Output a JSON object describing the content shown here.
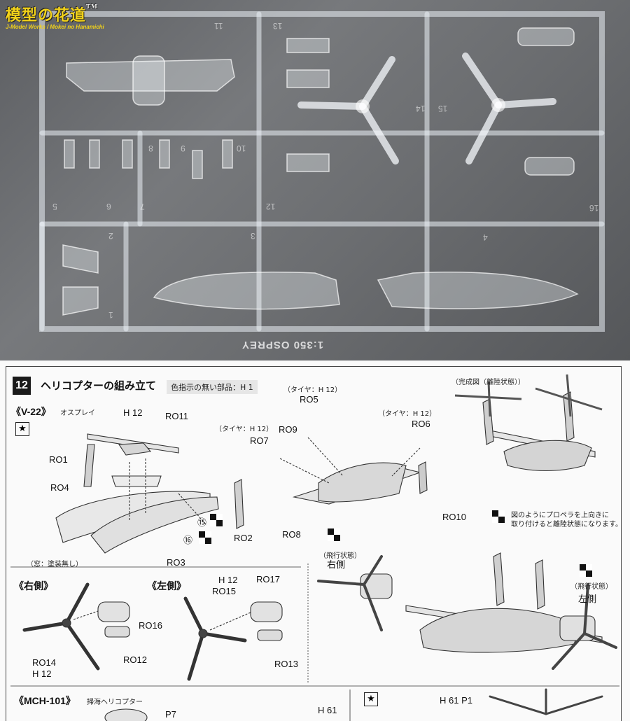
{
  "logo": {
    "main": "模型の花道",
    "tm": "TM",
    "sub": "J-Model Works / Mokei no Hanamichi"
  },
  "sprue": {
    "numbers": [
      "11",
      "13",
      "14",
      "15",
      "16",
      "8",
      "9",
      "10",
      "5",
      "6",
      "7",
      "12",
      "2",
      "3",
      "4",
      "1"
    ],
    "brand": "1:350 OSPREY"
  },
  "sheet": {
    "step_number": "12",
    "step_title": "ヘリコプターの組み立て",
    "no_paint_parts": "色指示の無い部品：H 1",
    "completed_note": "（完成図（離陸状態））",
    "v22": {
      "heading": "《V-22》",
      "sub": "オスプレイ"
    },
    "parts": {
      "h12_top": "H 12",
      "ro11": "RO11",
      "ro1": "RO1",
      "ro4": "RO4",
      "ro2": "RO2",
      "ro3": "RO3",
      "n15": "⑮",
      "n16": "⑯",
      "window_note": "（窓：塗装無し）",
      "tire_h12_a": "（タイヤ：H 12）",
      "ro5": "RO5",
      "ro9": "RO9",
      "tire_h12_b": "（タイヤ：H 12）",
      "ro7": "RO7",
      "tire_h12_c": "（タイヤ：H 12）",
      "ro6": "RO6",
      "ro8": "RO8",
      "ro10": "RO10",
      "prop_note_1": "図のようにプロペラを上向きに",
      "prop_note_2": "取り付けると離陸状態になります。",
      "right_side": "《右側》",
      "left_side": "《左側》",
      "h12_mid": "H 12",
      "ro17": "RO17",
      "ro15": "RO15",
      "ro16": "RO16",
      "ro12": "RO12",
      "ro13": "RO13",
      "ro14": "RO14",
      "h12_bottom": "H 12",
      "flight_state_r": "（飛行状態）",
      "right": "右側",
      "flight_state_l": "（飛行状態）",
      "left": "左側"
    },
    "mch101": {
      "heading": "《MCH-101》",
      "sub": "掃海ヘリコプター",
      "p7": "P7",
      "h61": "H 61",
      "h61_p1": "H 61  P1"
    }
  }
}
